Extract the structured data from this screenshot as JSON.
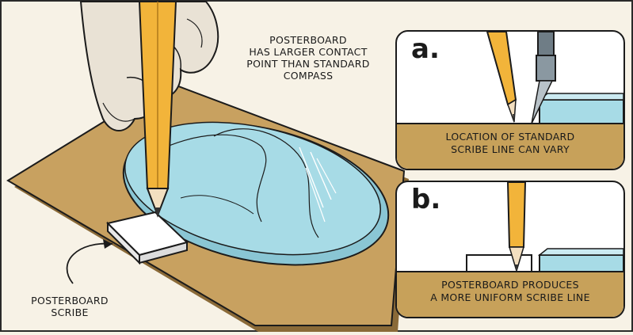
{
  "callouts": {
    "main": [
      "POSTERBOARD",
      "HAS LARGER CONTACT",
      "POINT THAN STANDARD",
      "COMPASS"
    ],
    "scribe": [
      "POSTERBOARD",
      "SCRIBE"
    ]
  },
  "panels": {
    "a": {
      "letter": "a.",
      "caption": [
        "LOCATION OF STANDARD",
        "SCRIBE LINE CAN VARY"
      ]
    },
    "b": {
      "letter": "b.",
      "caption": [
        "POSTERBOARD PRODUCES",
        "A MORE UNIFORM SCRIBE LINE"
      ]
    }
  },
  "colors": {
    "board": "#c8a160",
    "glass": "#9fd3df",
    "pencil": "#f2b43a",
    "caption_band": "#c7a15a",
    "outline": "#1b1b1b"
  }
}
